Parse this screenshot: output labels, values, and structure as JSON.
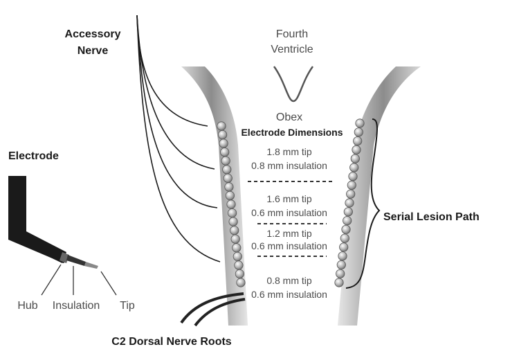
{
  "labels": {
    "accessory_nerve_line1": "Accessory",
    "accessory_nerve_line2": "Nerve",
    "fourth_ventricle_line1": "Fourth",
    "fourth_ventricle_line2": "Ventricle",
    "obex": "Obex",
    "electrode_dimensions": "Electrode Dimensions",
    "electrode": "Electrode",
    "serial_lesion_path": "Serial Lesion Path",
    "c2_dorsal_nerve_roots": "C2 Dorsal Nerve Roots",
    "hub": "Hub",
    "insulation": "Insulation",
    "tip": "Tip"
  },
  "dimensions": [
    {
      "tip": "1.8 mm tip",
      "insulation": "0.8 mm insulation"
    },
    {
      "tip": "1.6 mm tip",
      "insulation": "0.6 mm insulation"
    },
    {
      "tip": "1.2 mm tip",
      "insulation": "0.6 mm insulation"
    },
    {
      "tip": "0.8 mm tip",
      "insulation": "0.6 mm insulation"
    }
  ],
  "colors": {
    "cord_band": "#9a9a9a",
    "nerve": "#1a1a1a",
    "lesion_bead": "#a8a8a8"
  }
}
